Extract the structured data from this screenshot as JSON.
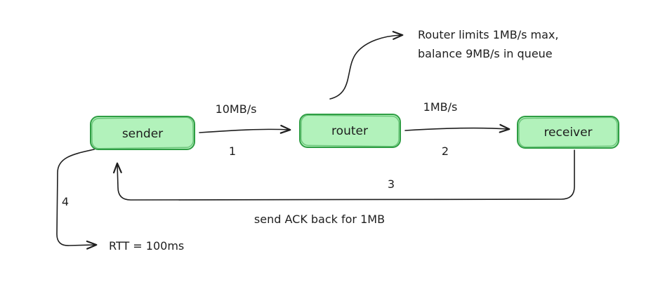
{
  "diagram": {
    "nodes": [
      {
        "id": "sender",
        "label": "sender"
      },
      {
        "id": "router",
        "label": "router"
      },
      {
        "id": "receiver",
        "label": "receiver"
      }
    ],
    "edges": [
      {
        "name": "sender-to-router",
        "rate": "10MB/s",
        "step": "1"
      },
      {
        "name": "router-to-receiver",
        "rate": "1MB/s",
        "step": "2"
      },
      {
        "name": "ack-return",
        "step": "3",
        "caption": "send ACK back for 1MB"
      },
      {
        "name": "rtt-loop",
        "step": "4",
        "caption": "RTT = 100ms"
      }
    ],
    "annotation": {
      "line1": "Router limits 1MB/s max,",
      "line2": "balance 9MB/s in queue"
    },
    "colors": {
      "node_fill": "#b2f2bb",
      "node_stroke": "#2f9e44",
      "ink": "#1e1e1e"
    }
  }
}
